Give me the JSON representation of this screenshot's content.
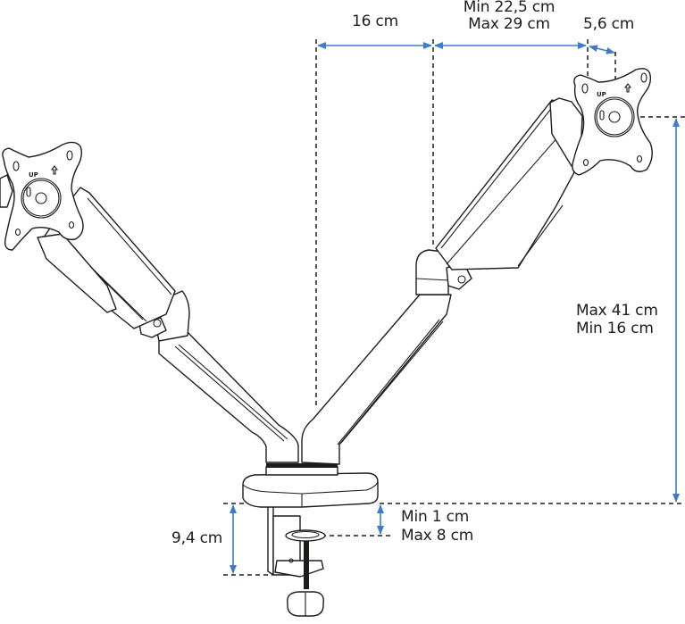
{
  "diagram": {
    "subject": "Dual monitor arm desk mount with gas springs and desk clamp",
    "colors": {
      "line": "#1d1d1b",
      "dimension_arrow": "#3d7cc9",
      "background": "#ffffff"
    },
    "vesa_plate_marking": "UP",
    "dimensions": {
      "arm_offset": {
        "label": "16 cm"
      },
      "arm_extension": {
        "line1": "Min 22,5 cm",
        "line2": "Max 29 cm"
      },
      "plate_depth": {
        "label": "5,6 cm"
      },
      "height_range": {
        "line1": "Max 41 cm",
        "line2": "Min 16 cm"
      },
      "clamp_height": {
        "label": "9,4 cm"
      },
      "desk_thickness": {
        "line1": "Min 1 cm",
        "line2": "Max 8 cm"
      }
    }
  }
}
